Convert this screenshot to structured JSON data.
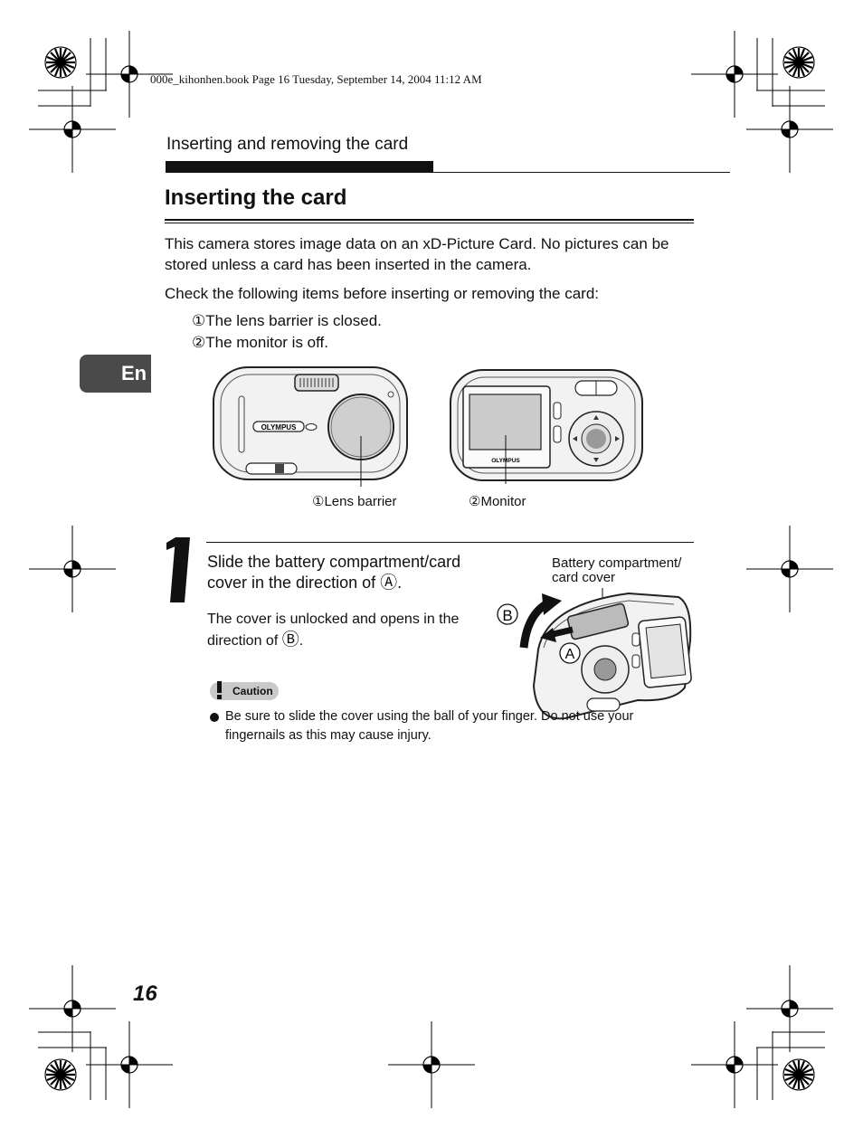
{
  "header": {
    "book_line": "000e_kihonhen.book  Page 16  Tuesday, September 14, 2004  11:12 AM"
  },
  "section": {
    "title": "Inserting and removing the card"
  },
  "heading": "Inserting the card",
  "intro": {
    "paragraph": "This camera stores image data on an xD-Picture Card. No pictures can be stored unless a card has been inserted in the camera.",
    "check_line": "Check the following items before inserting or removing the card:",
    "items": [
      "①The lens barrier is closed.",
      "②The monitor is off."
    ]
  },
  "side_tab": {
    "label": "En"
  },
  "figures": {
    "front_caption": "①Lens barrier",
    "back_caption": "②Monitor",
    "brand": "OLYMPUS",
    "callout_line1": "Battery compartment/",
    "callout_line2": "card cover",
    "label_a": "A",
    "label_b": "B"
  },
  "step": {
    "number": "1",
    "main_text_1": "Slide the battery compartment/card",
    "main_text_2a": "cover in the direction of ",
    "main_circ": "Ⓐ",
    "main_text_2b": ".",
    "sub_text_1": "The cover is unlocked and opens in the",
    "sub_text_2a": "direction of ",
    "sub_circ": "Ⓑ",
    "sub_text_2b": "."
  },
  "caution": {
    "label": "Caution",
    "bullet_text": "Be sure to slide the cover using the ball of your finger. Do not use your fingernails as this may cause injury."
  },
  "page_number": "16"
}
